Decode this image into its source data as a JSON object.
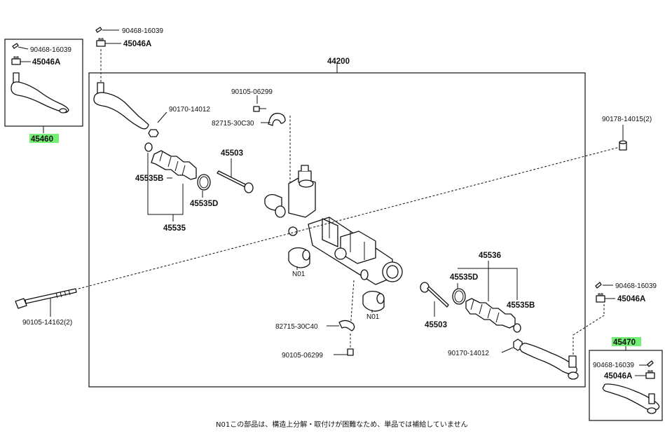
{
  "parts": {
    "bolt_90468_top": "90468-16039",
    "nut_45046a_top": "45046A",
    "assembly": "44200",
    "inset_left_bolt": "90468-16039",
    "inset_left_nut": "45046A",
    "inset_left_part": "45460",
    "bolt_90105_top": "90105-06299",
    "nut_90170_left": "90170-14012",
    "bracket_82715_top": "82715-30C30",
    "bolt_90178": "90178-14015(2)",
    "rod_45503_left": "45503",
    "boot_45535b_left": "45535B",
    "clamp_45535d_left": "45535D",
    "boot_set_45535": "45535",
    "bushing_n01_left": "N01",
    "bushing_n01_right": "N01",
    "boot_set_45536": "45536",
    "clamp_45535d_right": "45535D",
    "boot_45535b_right": "45535B",
    "long_bolt_90105": "90105-14162(2)",
    "bracket_82715_bottom": "82715-30C40",
    "rod_45503_right": "45503",
    "bolt_90105_bottom": "90105-06299",
    "nut_90170_right": "90170-14012",
    "bolt_90468_right": "90468-16039",
    "nut_45046a_right": "45046A",
    "inset_right_part": "45470",
    "inset_right_bolt": "90468-16039",
    "inset_right_nut": "45046A"
  },
  "footnote": "N01この部品は、構造上分解・取付けが困難なため、単品では補給していません",
  "colors": {
    "highlight": "#74ee74",
    "ink": "#111111"
  }
}
